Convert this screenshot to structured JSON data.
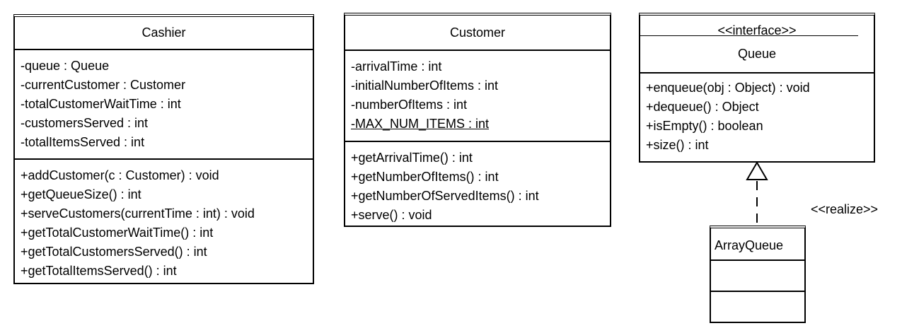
{
  "cashier": {
    "name": "Cashier",
    "attributes": [
      "-queue : Queue",
      "-currentCustomer : Customer",
      "-totalCustomerWaitTime : int",
      "-customersServed : int",
      "-totalItemsServed : int"
    ],
    "operations": [
      "+addCustomer(c : Customer) : void",
      "+getQueueSize() : int",
      "+serveCustomers(currentTime : int) : void",
      "+getTotalCustomerWaitTime() : int",
      "+getTotalCustomersServed() : int",
      "+getTotalItemsServed() : int"
    ]
  },
  "customer": {
    "name": "Customer",
    "attributes": [
      "-arrivalTime : int",
      "-initialNumberOfItems : int",
      "-numberOfItems : int",
      "-MAX_NUM_ITEMS : int"
    ],
    "operations": [
      "+getArrivalTime() : int",
      "+getNumberOfItems() : int",
      "+getNumberOfServedItems() : int",
      "+serve() : void"
    ]
  },
  "queue": {
    "stereotype": "<<interface>>",
    "name": "Queue",
    "operations": [
      "+enqueue(obj : Object) : void",
      "+dequeue() : Object",
      "+isEmpty() : boolean",
      "+size() : int"
    ]
  },
  "arrayqueue": {
    "name": "ArrayQueue"
  },
  "relation": {
    "label": "<<realize>>"
  }
}
